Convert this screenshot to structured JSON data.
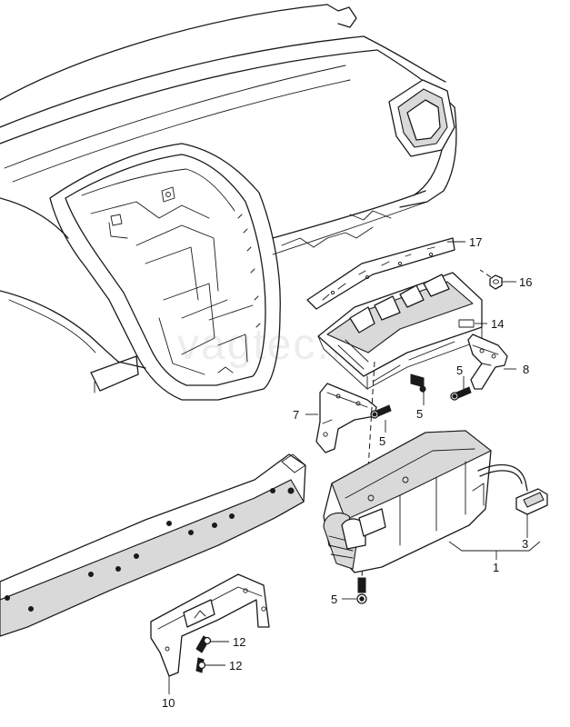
{
  "watermark": "vagtec.ru",
  "callouts": {
    "c17": "17",
    "c16": "16",
    "c14": "14",
    "c8": "8",
    "c5a": "5",
    "c5b": "5",
    "c5c": "5",
    "c5d": "5",
    "c7": "7",
    "c3": "3",
    "c1": "1",
    "c12a": "12",
    "c12b": "12",
    "c10": "10"
  }
}
